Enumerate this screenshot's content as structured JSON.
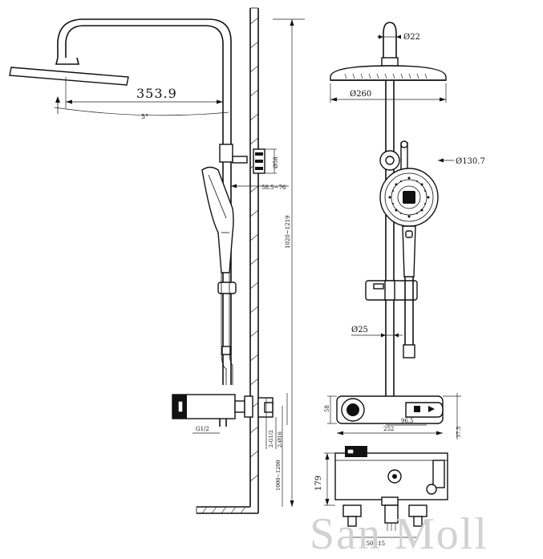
{
  "side_view": {
    "dim_headshower_arm": "353.9",
    "dim_angle": "5°",
    "dim_holder": "Ø56",
    "dim_wall_offset": "58.5~76",
    "dim_height": "1020~1219",
    "dim_valve_height": "1000~1200",
    "dim_inlet_thread": "G1/2",
    "dim_inlet_label_a": "2-G1/2",
    "dim_inlet_label_b": "2-Ø16"
  },
  "front_view": {
    "dim_arm_tube": "Ø22",
    "dim_head_shower": "Ø260",
    "dim_hand_shower": "Ø130.7",
    "dim_riser_tube": "Ø25",
    "dim_valve_depth": "58",
    "dim_spacing": "96.5",
    "dim_valve_width": "252",
    "dim_valve_small": "37.5",
    "dim_valve_height": "179",
    "dim_inlet_spacing": "150±15"
  },
  "watermark": "San Moll"
}
